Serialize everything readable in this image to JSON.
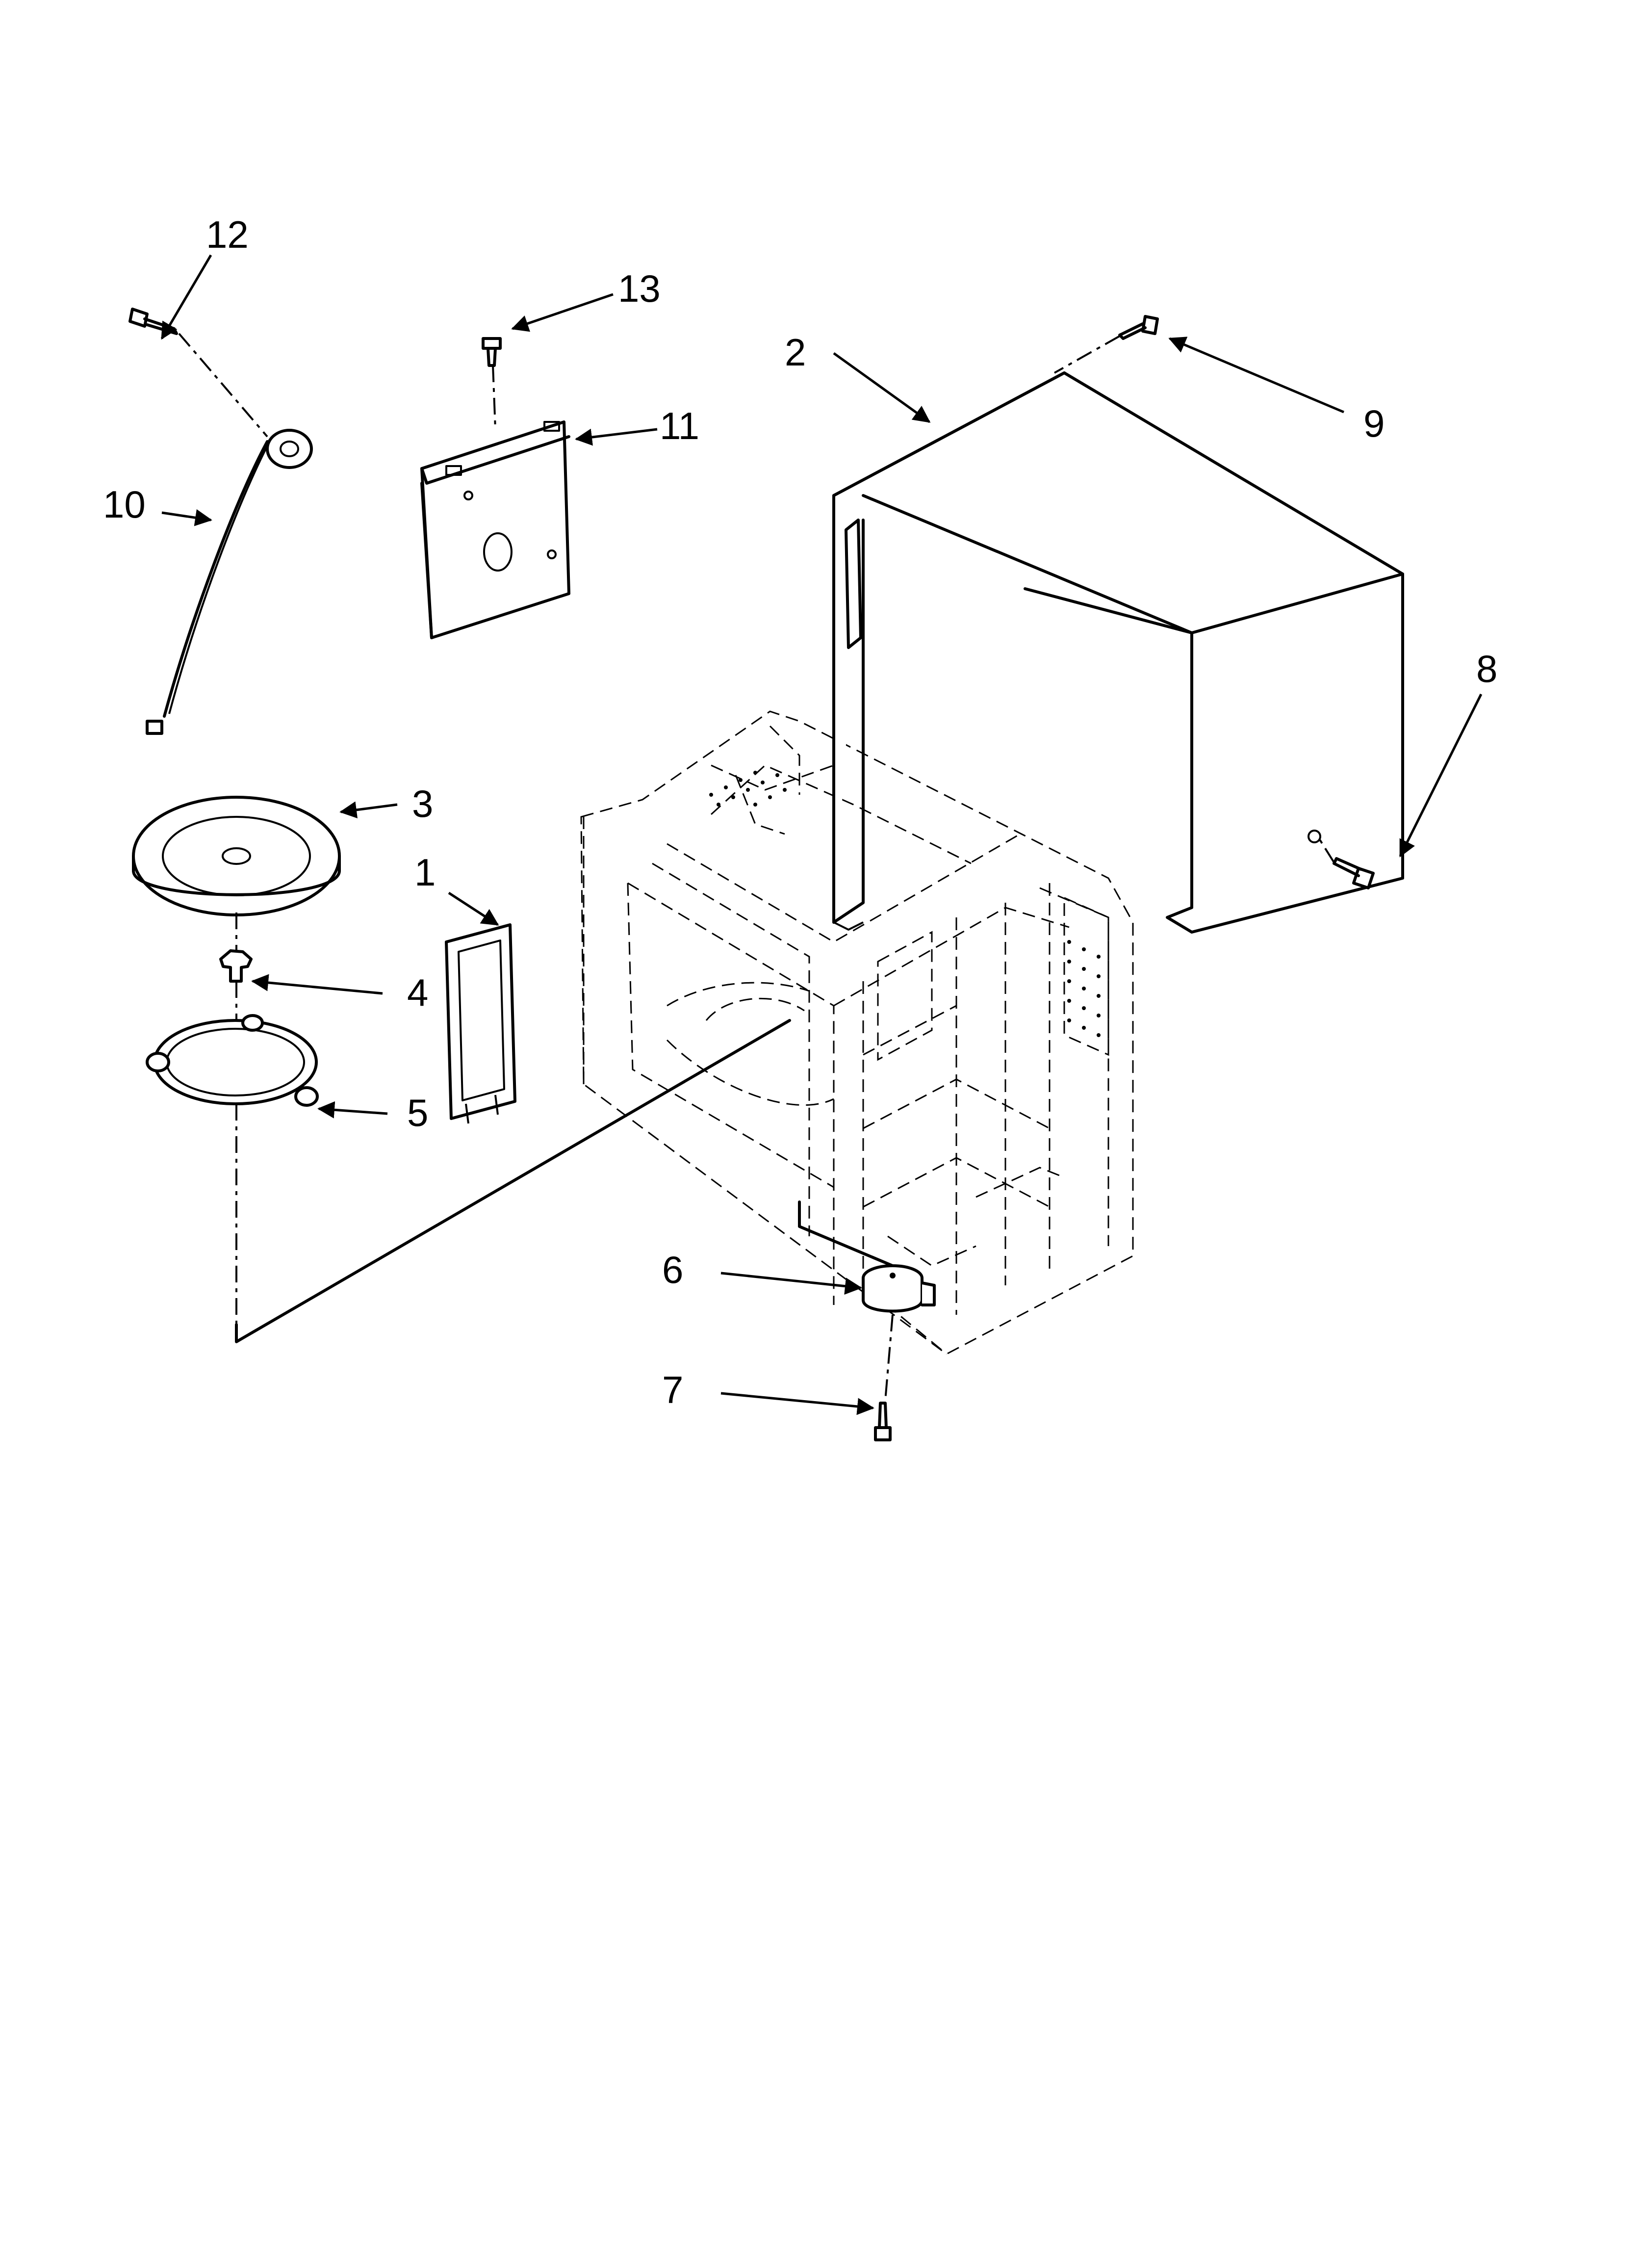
{
  "labels": {
    "cover": "2",
    "turntable_tray": "3",
    "waveguide_cover": "1",
    "hub": "4",
    "support_ring": "5",
    "turntable_motor": "6",
    "motor_screw": "7",
    "side_screw": "8",
    "top_screw": "9",
    "light_socket_harness": "10",
    "bracket": "11",
    "socket_screw": "12",
    "bracket_screw": "13"
  }
}
